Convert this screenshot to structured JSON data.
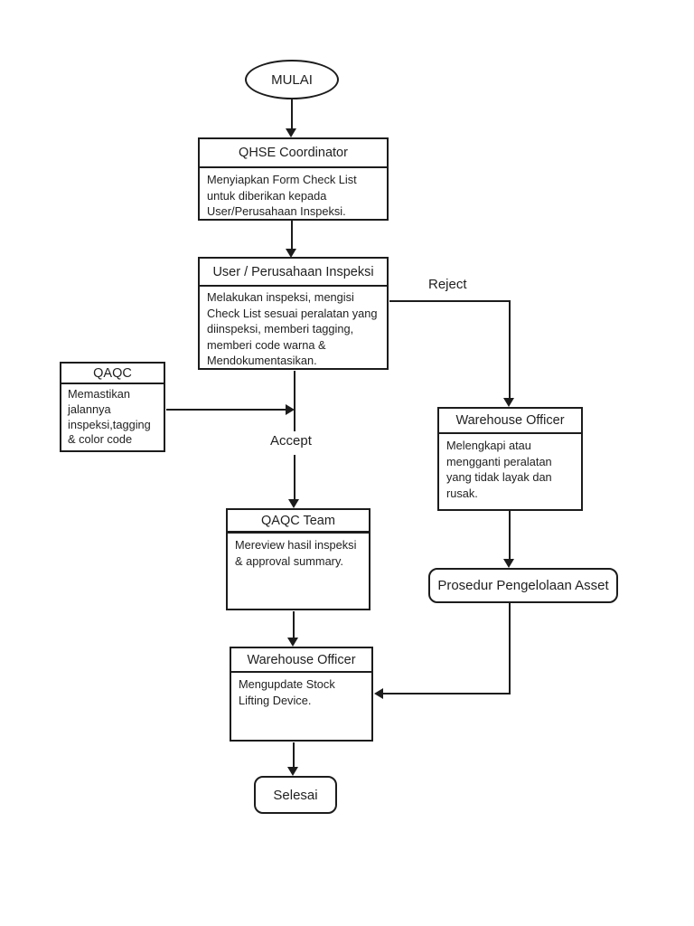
{
  "diagram": {
    "colors": {
      "background": "#ffffff",
      "line": "#1c1c1c",
      "text": "#1f1f1f",
      "node_fill": "#ffffff"
    },
    "nodes": {
      "start": {
        "shape": "ellipse",
        "label": "MULAI"
      },
      "qhse_coordinator": {
        "shape": "process",
        "title": "QHSE Coordinator",
        "body": "Menyiapkan Form Check List\nuntuk diberikan kepada\nUser/Perusahaan Inspeksi."
      },
      "user_perusahaan_inspeksi": {
        "shape": "process",
        "title": "User / Perusahaan Inspeksi",
        "body": "Melakukan inspeksi, mengisi\nCheck List sesuai peralatan yang\ndiinspeksi, memberi tagging,\nmemberi code warna &\nMendokumentasikan."
      },
      "qaqc": {
        "shape": "process",
        "title": "QAQC",
        "body": "Memastikan\njalannya\ninspeksi,tagging\n& color code"
      },
      "warehouse_officer_reject": {
        "shape": "process",
        "title": "Warehouse Officer",
        "body": "Melengkapi atau\nmengganti peralatan\nyang tidak layak dan\nrusak."
      },
      "qaqc_team": {
        "shape": "process",
        "title": "QAQC Team",
        "body": "Mereview hasil inspeksi\n& approval summary."
      },
      "prosedur_pengelolaan_asset": {
        "shape": "rounded",
        "label": "Prosedur Pengelolaan Asset"
      },
      "warehouse_officer_update": {
        "shape": "process",
        "title": "Warehouse Officer",
        "body": "Mengupdate Stock\nLifting Device."
      },
      "end": {
        "shape": "rounded",
        "label": "Selesai"
      }
    },
    "edge_labels": {
      "reject": "Reject",
      "accept": "Accept"
    }
  }
}
